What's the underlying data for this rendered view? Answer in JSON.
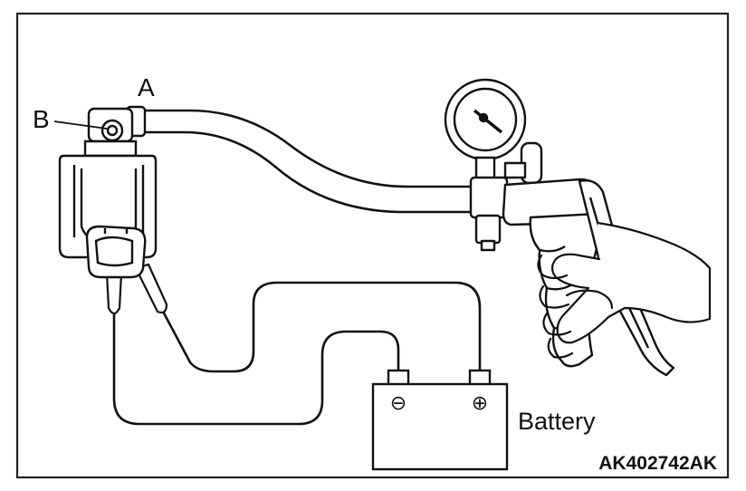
{
  "labels": {
    "a": "A",
    "b": "B",
    "battery": "Battery",
    "figure_code": "AK402742AK"
  },
  "battery": {
    "negative_symbol": "⊖",
    "positive_symbol": "⊕"
  },
  "components": {
    "solenoid_valve": "solenoid-valve",
    "vacuum_pump": "hand-vacuum-pump",
    "gauge": "vacuum-gauge"
  }
}
